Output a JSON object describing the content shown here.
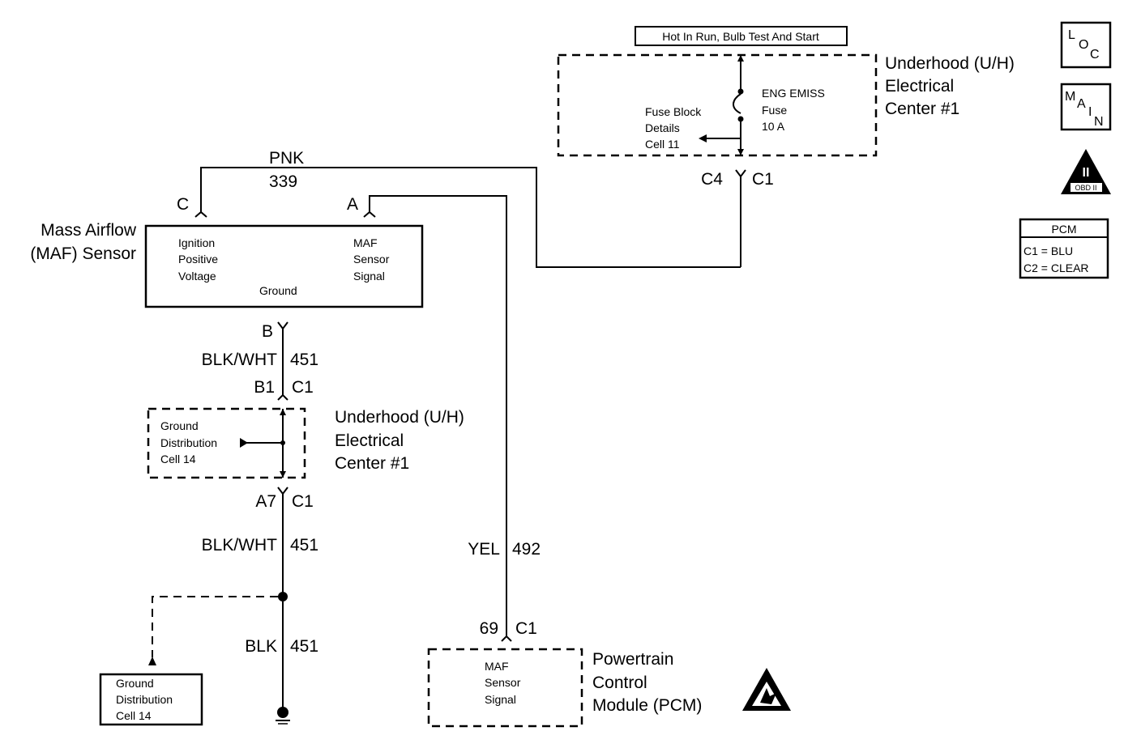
{
  "hot_label": "Hot In Run, Bulb Test And Start",
  "uh_top": {
    "line1": "Underhood (U/H)",
    "line2": "Electrical",
    "line3": "Center #1"
  },
  "fuse": {
    "name1": "ENG EMISS",
    "name2": "Fuse",
    "rating": "10 A"
  },
  "fuse_ref": {
    "line1": "Fuse Block",
    "line2": "Details",
    "line3": "Cell 11"
  },
  "top_connector": {
    "left": "C4",
    "right": "C1"
  },
  "wire_339": {
    "color": "PNK",
    "circuit": "339"
  },
  "maf": {
    "name1": "Mass Airflow",
    "name2": "(MAF) Sensor",
    "pin_c": "C",
    "pin_a": "A",
    "pin_b": "B",
    "ign1": "Ignition",
    "ign2": "Positive",
    "ign3": "Voltage",
    "sig1": "MAF",
    "sig2": "Sensor",
    "sig3": "Signal",
    "ground": "Ground"
  },
  "wire_451_upper": {
    "color": "BLK/WHT",
    "circuit": "451"
  },
  "conn_b1": {
    "left": "B1",
    "right": "C1"
  },
  "uh_mid": {
    "line1": "Underhood (U/H)",
    "line2": "Electrical",
    "line3": "Center #1"
  },
  "gnd_ref_mid": {
    "line1": "Ground",
    "line2": "Distribution",
    "line3": "Cell 14"
  },
  "conn_a7": {
    "left": "A7",
    "right": "C1"
  },
  "wire_451_mid": {
    "color": "BLK/WHT",
    "circuit": "451"
  },
  "wire_451_low": {
    "color": "BLK",
    "circuit": "451"
  },
  "gnd_ref_low": {
    "line1": "Ground",
    "line2": "Distribution",
    "line3": "Cell 14"
  },
  "wire_492": {
    "color": "YEL",
    "circuit": "492"
  },
  "conn_69": {
    "left": "69",
    "right": "C1"
  },
  "pcm_box": {
    "line1": "MAF",
    "line2": "Sensor",
    "line3": "Signal"
  },
  "pcm_name": {
    "line1": "Powertrain",
    "line2": "Control",
    "line3": "Module (PCM)"
  },
  "loc_icon": {
    "letters": [
      "L",
      "O",
      "C"
    ]
  },
  "main_icon": {
    "letters": [
      "M",
      "A",
      "I",
      "N"
    ]
  },
  "obd_icon": {
    "roman": "II",
    "label": "OBD II"
  },
  "pcm_legend": {
    "title": "PCM",
    "c1": "C1 = BLU",
    "c2": "C2 = CLEAR"
  }
}
